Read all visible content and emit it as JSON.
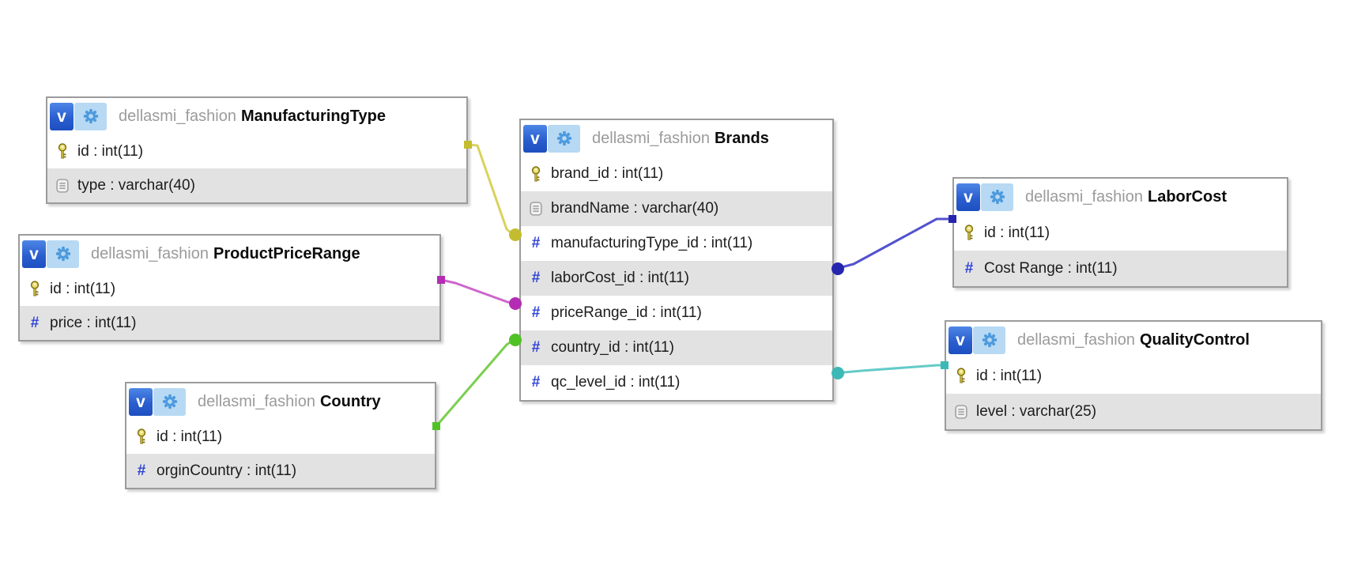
{
  "schema": "dellasmi_fashion",
  "view_badge_label": "v",
  "icons": {
    "numeric_glyph": "#"
  },
  "tables": [
    {
      "schema": "dellasmi_fashion",
      "name": "ManufacturingType",
      "columns": [
        {
          "text": "id : int(11)"
        },
        {
          "text": "type : varchar(40)"
        }
      ]
    },
    {
      "schema": "dellasmi_fashion",
      "name": "ProductPriceRange",
      "columns": [
        {
          "text": "id : int(11)"
        },
        {
          "text": "price : int(11)"
        }
      ]
    },
    {
      "schema": "dellasmi_fashion",
      "name": "Country",
      "columns": [
        {
          "text": "id : int(11)"
        },
        {
          "text": "orginCountry : int(11)"
        }
      ]
    },
    {
      "schema": "dellasmi_fashion",
      "name": "Brands",
      "columns": [
        {
          "text": "brand_id : int(11)"
        },
        {
          "text": "brandName : varchar(40)"
        },
        {
          "text": "manufacturingType_id : int(11)"
        },
        {
          "text": "laborCost_id : int(11)"
        },
        {
          "text": "priceRange_id : int(11)"
        },
        {
          "text": "country_id : int(11)"
        },
        {
          "text": "qc_level_id : int(11)"
        }
      ]
    },
    {
      "schema": "dellasmi_fashion",
      "name": "LaborCost",
      "columns": [
        {
          "text": "id : int(11)"
        },
        {
          "text": "Cost Range : int(11)"
        }
      ]
    },
    {
      "schema": "dellasmi_fashion",
      "name": "QualityControl",
      "columns": [
        {
          "text": "id : int(11)"
        },
        {
          "text": "level : varchar(25)"
        }
      ]
    }
  ],
  "relations": [
    {
      "name": "manufacturingtype-to-brands",
      "line": "#d9d25d",
      "end": "#c4bc30"
    },
    {
      "name": "productpricerange-to-brands",
      "line": "#cc66cc",
      "end": "#b32cb3"
    },
    {
      "name": "country-to-brands",
      "line": "#7bce4e",
      "end": "#4fc226"
    },
    {
      "name": "brands-to-laborcost",
      "line": "#5252cf",
      "end": "#2525ad"
    },
    {
      "name": "brands-to-qualitycontrol",
      "line": "#63cbc8",
      "end": "#3cb9b6"
    }
  ]
}
